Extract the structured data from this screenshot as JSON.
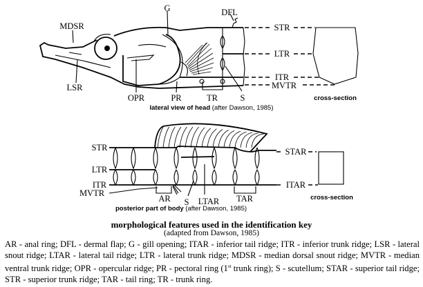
{
  "head_view": {
    "labels": {
      "G": "G",
      "DFL": "DFL",
      "MDSR": "MDSR",
      "STR": "STR",
      "LTR": "LTR",
      "ITR": "ITR",
      "MVTR": "MVTR",
      "LSR": "LSR",
      "OPR": "OPR",
      "PR": "PR",
      "TR": "TR",
      "S": "S"
    },
    "cross_section": "cross-section",
    "caption_bold": "lateral view of head",
    "caption_rest": " (after Dawson, 1985)"
  },
  "body_view": {
    "labels": {
      "STR": "STR",
      "LTR": "LTR",
      "ITR": "ITR",
      "MVTR": "MVTR",
      "STAR": "STAR",
      "ITAR": "ITAR",
      "AR": "AR",
      "S": "S",
      "LTAR": "LTAR",
      "TAR": "TAR"
    },
    "cross_section": "cross-section",
    "caption_bold": "posterior part of body",
    "caption_rest": " (after Dawson, 1985)"
  },
  "title": "morphological features used in the identification key",
  "subtitle": "(adapted from Dawson, 1985)",
  "legend_part1": "AR - anal ring; DFL - dermal flap; G - gill opening; ITAR - inferior tail ridge; ITR - inferior trunk ridge; LSR - lateral snout ridge; LTAR - lateral tail ridge; LTR - lateral trunk ridge; MDSR - median dorsal snout ridge; MVTR - median ventral trunk ridge; OPR - opercular ridge; PR - pectoral ring (1",
  "legend_sup": "st",
  "legend_part2": " trunk ring); S - scutellum; STAR - superior tail ridge; STR - superior trunk ridge; TAR - tail ring; TR - trunk ring."
}
